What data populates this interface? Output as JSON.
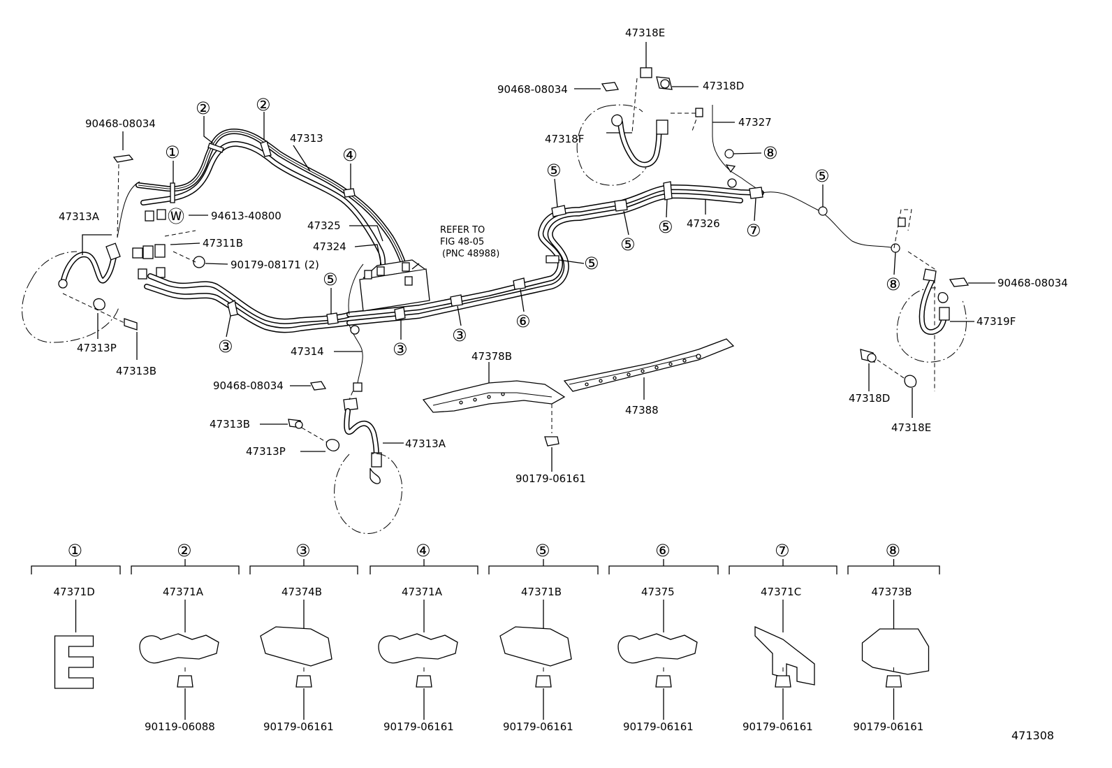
{
  "diagram_id": "471308",
  "callouts": {
    "c1": "①",
    "c2": "②",
    "c3": "③",
    "c4": "④",
    "c5": "⑤",
    "c6": "⑥",
    "c7": "⑦",
    "c8": "⑧",
    "w": "Ⓦ"
  },
  "labels": {
    "p47313": "47313",
    "p90468_left": "90468-08034",
    "p94613": "94613-40800",
    "p47325": "47325",
    "p47324": "47324",
    "p47311B": "47311B",
    "p90179_08171": "90179-08171 (2)",
    "p47313A_left": "47313A",
    "p47313P_left": "47313P",
    "p47313B_left": "47313B",
    "p47314": "47314",
    "p90468_mid": "90468-08034",
    "p47313B_mid": "47313B",
    "p47313P_mid": "47313P",
    "p47313A_mid": "47313A",
    "refer1": "REFER TO",
    "refer2": "FIG 48-05",
    "refer3": "(PNC 48988)",
    "p47378B": "47378B",
    "p47388": "47388",
    "p90179_06161_mid": "90179-06161",
    "p47318E_top": "47318E",
    "p90468_top": "90468-08034",
    "p47318D_top": "47318D",
    "p47327": "47327",
    "p47318F": "47318F",
    "p47326": "47326",
    "p90468_right": "90468-08034",
    "p47319F": "47319F",
    "p47318D_right": "47318D",
    "p47318E_right": "47318E"
  },
  "clamp_groups": [
    {
      "num": "①",
      "part": "47371D",
      "bolt": ""
    },
    {
      "num": "②",
      "part": "47371A",
      "bolt": "90119-06088"
    },
    {
      "num": "③",
      "part": "47374B",
      "bolt": "90179-06161"
    },
    {
      "num": "④",
      "part": "47371A",
      "bolt": "90179-06161"
    },
    {
      "num": "⑤",
      "part": "47371B",
      "bolt": "90179-06161"
    },
    {
      "num": "⑥",
      "part": "47375",
      "bolt": "90179-06161"
    },
    {
      "num": "⑦",
      "part": "47371C",
      "bolt": "90179-06161"
    },
    {
      "num": "⑧",
      "part": "47373B",
      "bolt": "90179-06161"
    }
  ]
}
